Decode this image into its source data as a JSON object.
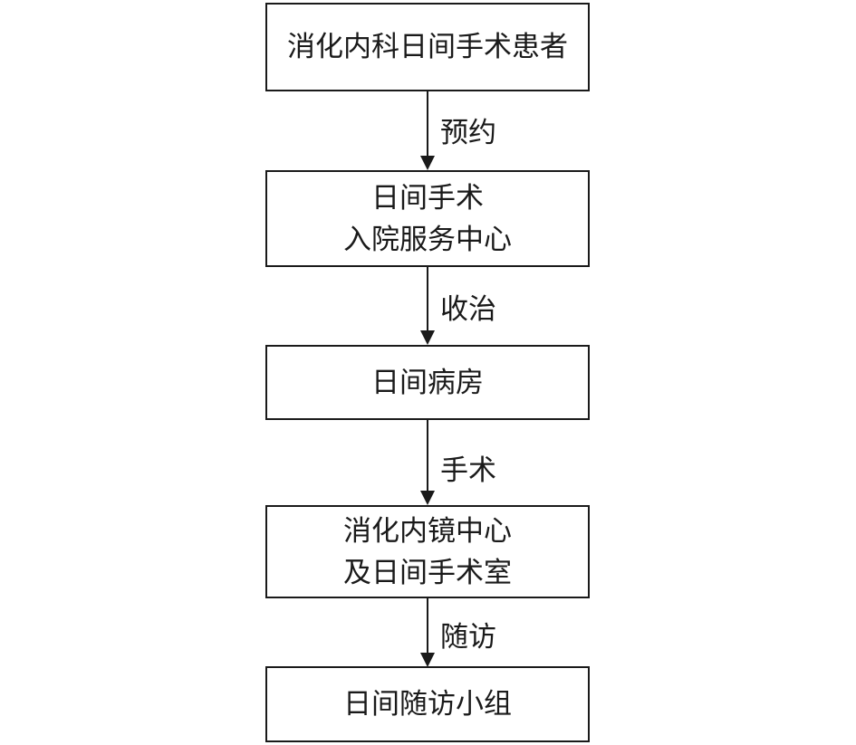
{
  "nodes": [
    {
      "id": "patient",
      "lines": [
        "消化内科日间手术患者"
      ]
    },
    {
      "id": "admission-center",
      "lines": [
        "日间手术",
        "入院服务中心"
      ]
    },
    {
      "id": "ward",
      "lines": [
        "日间病房"
      ]
    },
    {
      "id": "endoscopy-center",
      "lines": [
        "消化内镜中心",
        "及日间手术室"
      ]
    },
    {
      "id": "followup-team",
      "lines": [
        "日间随访小组"
      ]
    }
  ],
  "edges": [
    {
      "from": "patient",
      "to": "admission-center",
      "label": "预约"
    },
    {
      "from": "admission-center",
      "to": "ward",
      "label": "收治"
    },
    {
      "from": "ward",
      "to": "endoscopy-center",
      "label": "手术"
    },
    {
      "from": "endoscopy-center",
      "to": "followup-team",
      "label": "随访"
    }
  ]
}
